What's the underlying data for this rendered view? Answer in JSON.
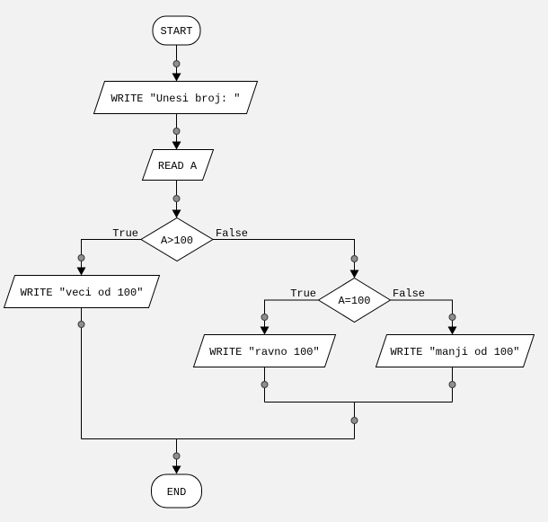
{
  "diagram": {
    "type": "flowchart",
    "colors": {
      "background": "#f2f2f2",
      "shape_fill": "#ffffff",
      "line": "#000000",
      "dot_fill": "#8f8f8f",
      "dot_border": "#3a3a3a"
    },
    "nodes": {
      "start": {
        "type": "terminator",
        "label": "START"
      },
      "write_prompt": {
        "type": "io",
        "label": "WRITE \"Unesi broj: \""
      },
      "read_a": {
        "type": "io",
        "label": "READ A"
      },
      "decision_a_gt_100": {
        "type": "decision",
        "label": "A>100",
        "true_branch": "True",
        "false_branch": "False"
      },
      "write_veci": {
        "type": "io",
        "label": "WRITE \"veci od 100\""
      },
      "decision_a_eq_100": {
        "type": "decision",
        "label": "A=100",
        "true_branch": "True",
        "false_branch": "False"
      },
      "write_ravno": {
        "type": "io",
        "label": "WRITE \"ravno 100\""
      },
      "write_manji": {
        "type": "io",
        "label": "WRITE \"manji od 100\""
      },
      "end": {
        "type": "terminator",
        "label": "END"
      }
    }
  }
}
